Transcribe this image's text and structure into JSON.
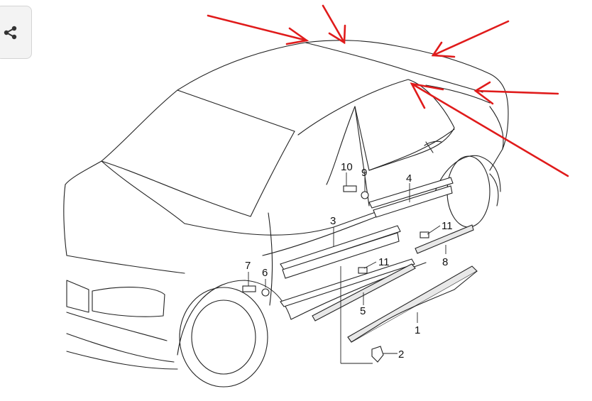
{
  "ui": {
    "share_icon": "share-icon",
    "share_button_color": "#f3f3f3"
  },
  "diagram": {
    "line_color": "#222222",
    "arrow_color": "#e01b1b",
    "callouts": [
      "10",
      "9",
      "4",
      "3",
      "11",
      "6",
      "7",
      "11",
      "8",
      "5",
      "1",
      "2"
    ]
  }
}
